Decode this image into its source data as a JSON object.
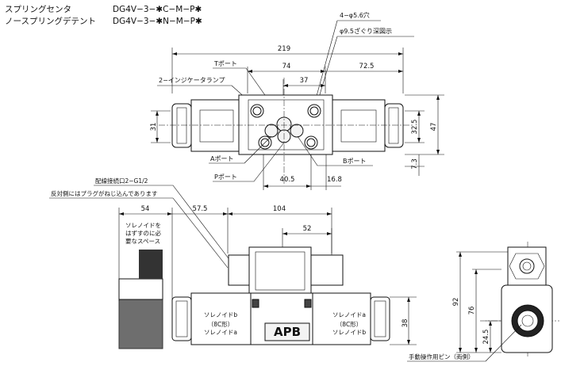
{
  "header": {
    "row1_label": "スプリングセンタ",
    "row1_model": "DG4V−3−✱C−M−P✱",
    "row2_label": "ノースプリングデテント",
    "row2_model": "DG4V−3−✱N−M−P✱"
  },
  "top_view": {
    "dim_overall_width": "219",
    "dim_t_port": "74",
    "dim_right": "72.5",
    "dim_center": "37",
    "dim_height_left": "31",
    "dim_height_mid": "32.5",
    "dim_height_total": "47",
    "dim_offset_bottom": "7.3",
    "dim_p_port": "40.5",
    "dim_b_offset": "16.8",
    "label_holes": "4−φ5.6穴",
    "label_counterbore": "φ9.5ざぐり深図示",
    "label_t_port": "Tポート",
    "label_indicator": "2−インジケータランプ",
    "label_a_port": "Aポート",
    "label_p_port": "Pポート",
    "label_b_port": "Bポート"
  },
  "front_view": {
    "label_wiring": "配線接続口2−G1/2",
    "label_plug": "反対側にはプラグがねじ込んであります",
    "dim_space": "54",
    "dim_left": "57.5",
    "dim_body": "104",
    "dim_connector": "52",
    "dim_height": "38",
    "space_note_line1": "ソレノイドを",
    "space_note_line2": "はずすのに必",
    "space_note_line3": "要なスペース",
    "sol_b_title": "ソレノイドb",
    "sol_b_sub1": "（8C形）",
    "sol_b_sub2": "ソレノイドa",
    "sol_a_title": "ソレノイドa",
    "sol_a_sub1": "（8C形）",
    "sol_a_sub2": "ソレノイドb",
    "brand": "APB"
  },
  "side_view": {
    "dim_total": "92",
    "dim_mid": "76",
    "dim_low": "24.5",
    "label_manual_pin": "手動操作用ピン（両側）"
  }
}
